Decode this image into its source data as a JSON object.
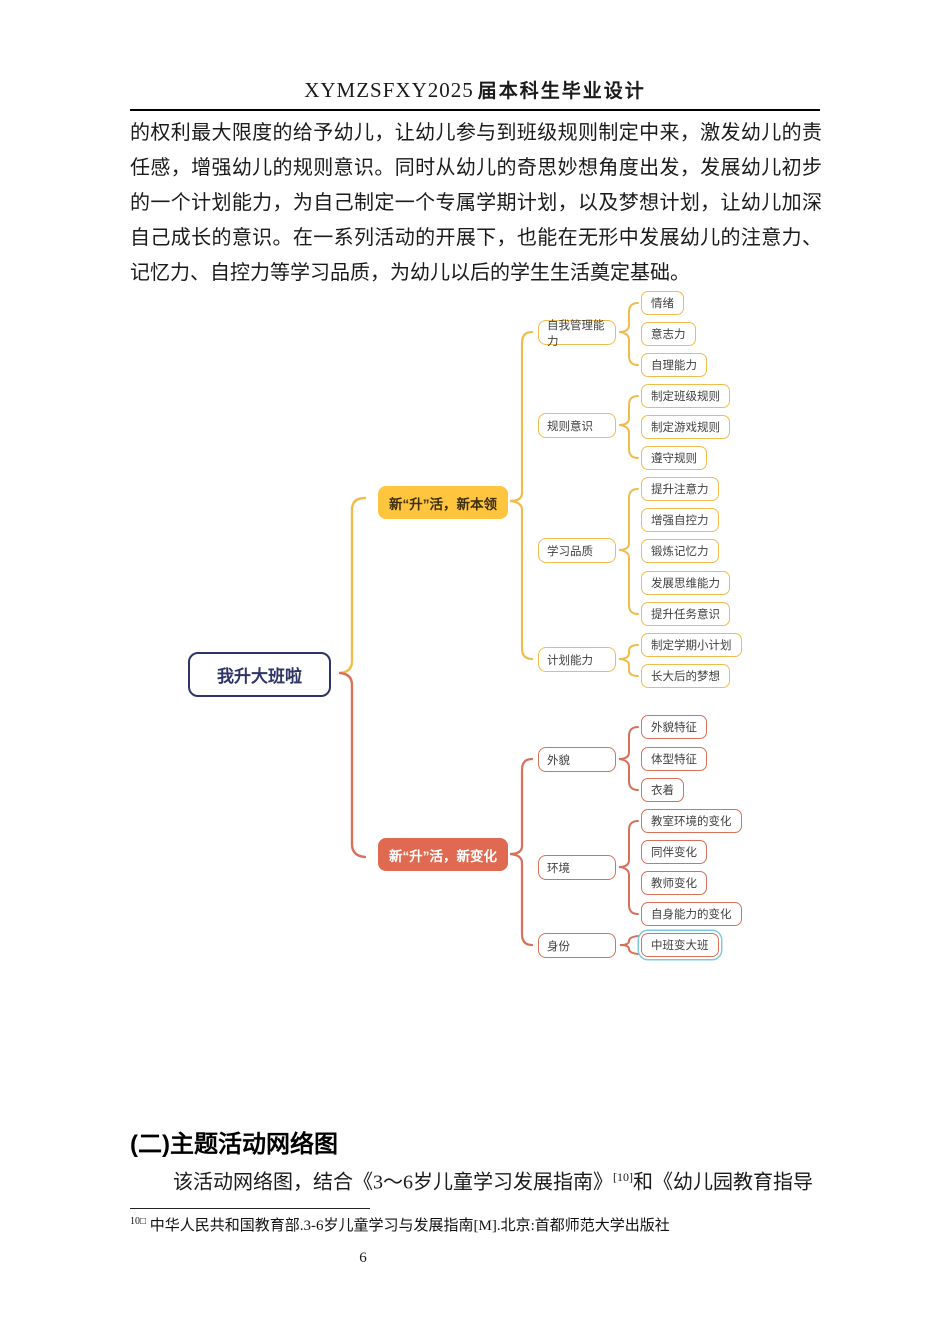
{
  "header": {
    "title_latin": "XYMZSFXY2025",
    "title_cn": "届本科生毕业设计"
  },
  "body_paragraph": "的权利最大限度的给予幼儿，让幼儿参与到班级规则制定中来，激发幼儿的责任感，增强幼儿的规则意识。同时从幼儿的奇思妙想角度出发，发展幼儿初步的一个计划能力，为自己制定一个专属学期计划，以及梦想计划，让幼儿加深自己成长的意识。在一系列活动的开展下，也能在无形中发展幼儿的注意力、记忆力、自控力等学习品质，为幼儿以后的学生生活奠定基础。",
  "mindmap": {
    "root": {
      "label": "我升大班啦",
      "color": "#2f3468"
    },
    "branches": [
      {
        "label": "新“升”活，新本领",
        "color": "#ffc53f",
        "children": [
          {
            "label": "自我管理能力",
            "children": [
              {
                "label": "情绪"
              },
              {
                "label": "意志力"
              },
              {
                "label": "自理能力"
              }
            ]
          },
          {
            "label": "规则意识",
            "children": [
              {
                "label": "制定班级规则"
              },
              {
                "label": "制定游戏规则"
              },
              {
                "label": "遵守规则"
              }
            ]
          },
          {
            "label": "学习品质",
            "children": [
              {
                "label": "提升注意力"
              },
              {
                "label": "增强自控力"
              },
              {
                "label": "锻炼记忆力"
              },
              {
                "label": "发展思维能力"
              },
              {
                "label": "提升任务意识"
              }
            ]
          },
          {
            "label": "计划能力",
            "children": [
              {
                "label": "制定学期小计划"
              },
              {
                "label": "长大后的梦想"
              }
            ]
          }
        ]
      },
      {
        "label": "新“升”活，新变化",
        "color": "#e06951",
        "children": [
          {
            "label": "外貌",
            "children": [
              {
                "label": "外貌特征"
              },
              {
                "label": "体型特征"
              },
              {
                "label": "衣着"
              }
            ]
          },
          {
            "label": "环境",
            "children": [
              {
                "label": "教室环境的变化"
              },
              {
                "label": "同伴变化"
              },
              {
                "label": "教师变化"
              },
              {
                "label": "自身能力的变化"
              }
            ]
          },
          {
            "label": "身份",
            "children": [
              {
                "label": "中班变大班",
                "selected": true,
                "selection_color": "#7cc8e2"
              }
            ]
          }
        ]
      }
    ]
  },
  "section": {
    "heading": "(二)主题活动网络图",
    "paragraph_prefix": "该活动网络图，结合《3～6岁儿童学习发展指南》",
    "footnote_ref": "[10]",
    "paragraph_suffix": "和《幼儿园教育指导"
  },
  "footnote": {
    "marker": "10□",
    "text": "中华人民共和国教育部.3-6岁儿童学习与发展指南[M].北京:首都师范大学出版社"
  },
  "page_number": "6"
}
